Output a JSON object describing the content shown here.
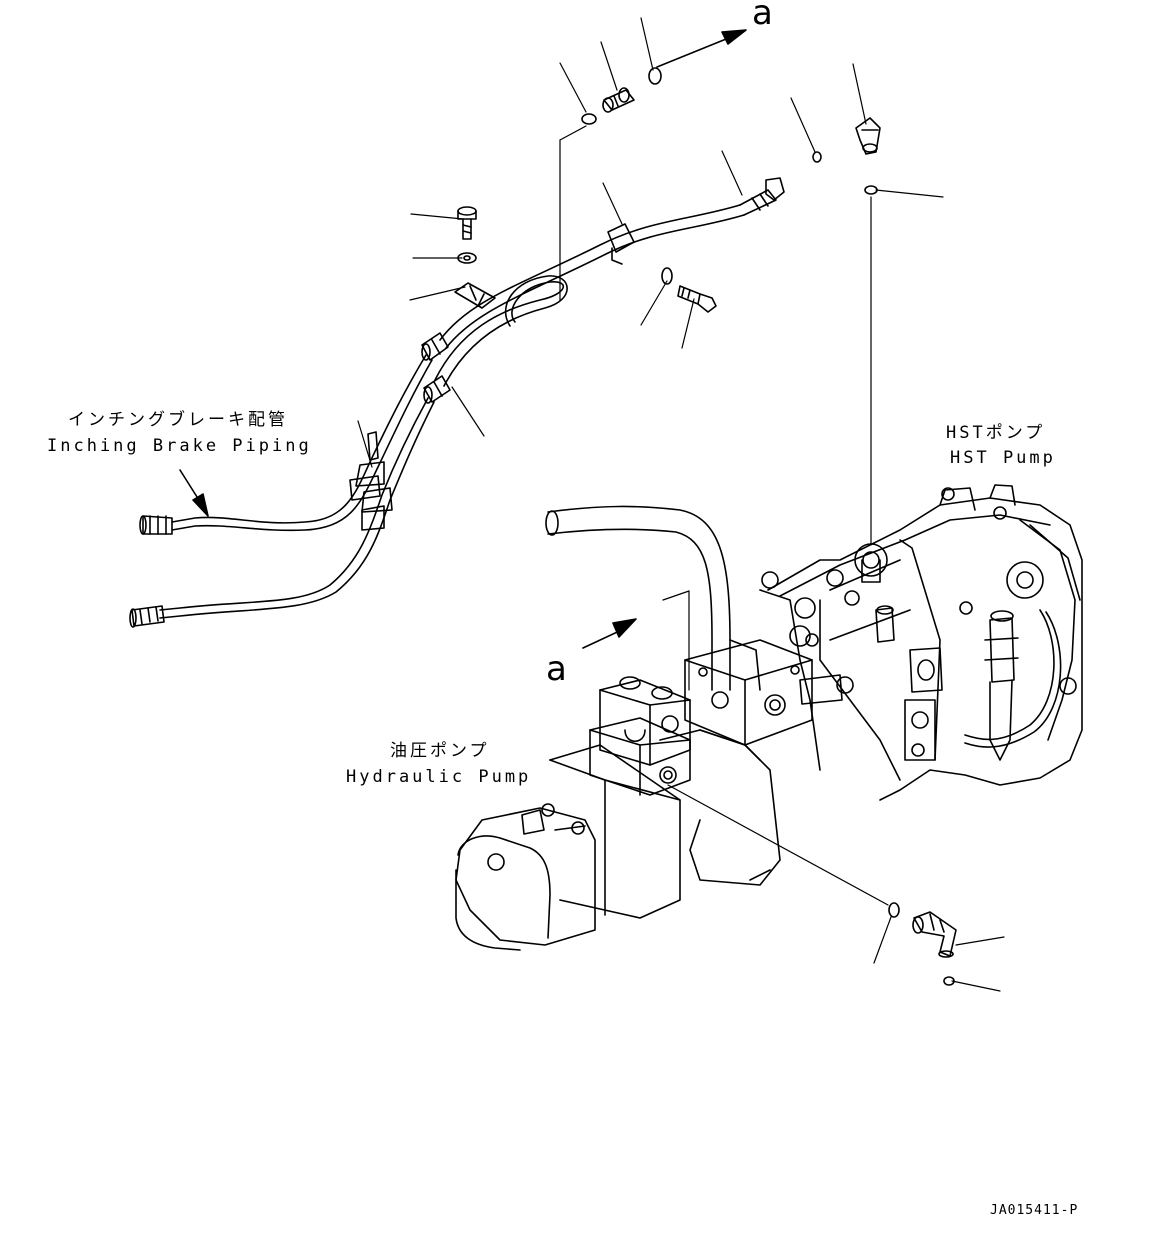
{
  "labels": {
    "inching_jp": "インチングブレーキ配管",
    "inching_en": "Inching Brake Piping",
    "hst_jp": "HSTポンプ",
    "hst_en": "HST Pump",
    "hyd_jp": "油圧ポンプ",
    "hyd_en": "Hydraulic Pump",
    "ref_a_top": "a",
    "ref_a_mid": "a",
    "drawing_code": "JA015411-P"
  }
}
